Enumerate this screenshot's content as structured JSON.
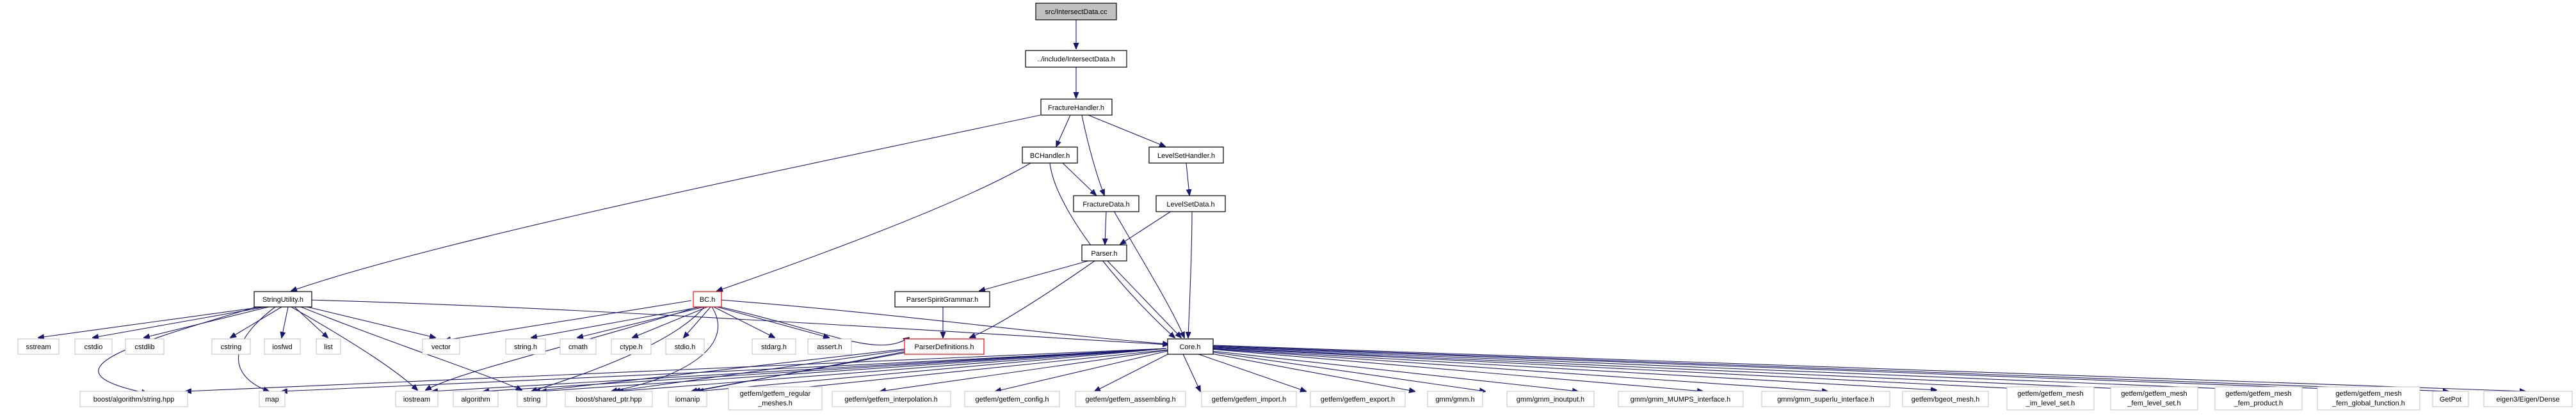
{
  "colors": {
    "edge": "#191970",
    "root_fill": "#c0c0c0",
    "truncated_border": "#ff0000",
    "external_border": "#c0c0c0"
  },
  "nodes": {
    "root": "src/IntersectData.cc",
    "intersect": "../include/IntersectData.h",
    "fracture_handler": "FractureHandler.h",
    "bc_handler": "BCHandler.h",
    "levelset_handler": "LevelSetHandler.h",
    "fracture_data": "FractureData.h",
    "levelset_data": "LevelSetData.h",
    "parser": "Parser.h",
    "string_utility": "StringUtility.h",
    "bc": "BC.h",
    "parser_spirit": "ParserSpiritGrammar.h",
    "parser_defs": "ParserDefinitions.h",
    "core": "Core.h",
    "sstream": "sstream",
    "cstdio": "cstdio",
    "cstdlib": "cstdlib",
    "cstring": "cstring",
    "iosfwd": "iosfwd",
    "list": "list",
    "vector": "vector",
    "string_h": "string.h",
    "cmath": "cmath",
    "ctype_h": "ctype.h",
    "stdio_h": "stdio.h",
    "stdarg_h": "stdarg.h",
    "assert_h": "assert.h",
    "boost_string": "boost/algorithm/string.hpp",
    "map": "map",
    "iostream": "iostream",
    "algorithm": "algorithm",
    "string": "string",
    "boost_shared": "boost/shared_ptr.hpp",
    "iomanip": "iomanip",
    "getfem_regular_1": "getfem/getfem_regular",
    "getfem_regular_2": "_meshes.h",
    "getfem_interp": "getfem/getfem_interpolation.h",
    "getfem_config": "getfem/getfem_config.h",
    "getfem_assembling": "getfem/getfem_assembling.h",
    "getfem_import": "getfem/getfem_import.h",
    "getfem_export": "getfem/getfem_export.h",
    "gmm": "gmm/gmm.h",
    "gmm_inoutput": "gmm/gmm_inoutput.h",
    "gmm_mumps": "gmm/gmm_MUMPS_interface.h",
    "gmm_superlu": "gmm/gmm_superlu_interface.h",
    "bgeot": "getfem/bgeot_mesh.h",
    "getfem_mesh_im_1": "getfem/getfem_mesh",
    "getfem_mesh_im_2": "_im_level_set.h",
    "getfem_mesh_fem_1": "getfem/getfem_mesh",
    "getfem_mesh_fem_2": "_fem_level_set.h",
    "getfem_product_1": "getfem/getfem_mesh",
    "getfem_product_2": "_fem_product.h",
    "getfem_global_1": "getfem/getfem_mesh",
    "getfem_global_2": "_fem_global_function.h",
    "getpot": "GetPot",
    "eigen": "eigen3/Eigen/Dense"
  }
}
